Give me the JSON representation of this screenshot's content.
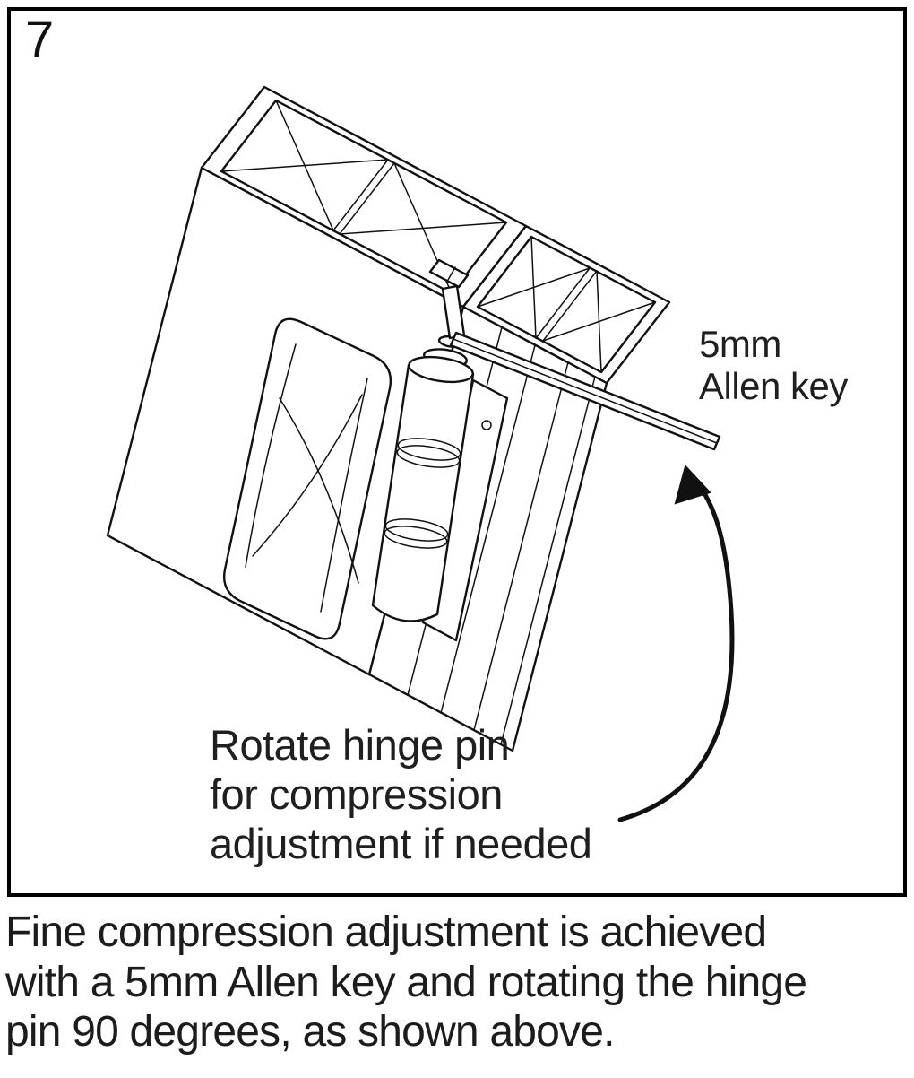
{
  "figure": {
    "step_number": "7",
    "allen_key_label": "5mm\nAllen key",
    "rotate_note": "Rotate hinge pin\nfor compression\nadjustment if needed"
  },
  "caption": "Fine compression adjustment is achieved\nwith a 5mm Allen key and rotating the hinge\npin 90 degrees, as shown above.",
  "colors": {
    "ink": "#1a1a1a",
    "background": "#ffffff"
  }
}
